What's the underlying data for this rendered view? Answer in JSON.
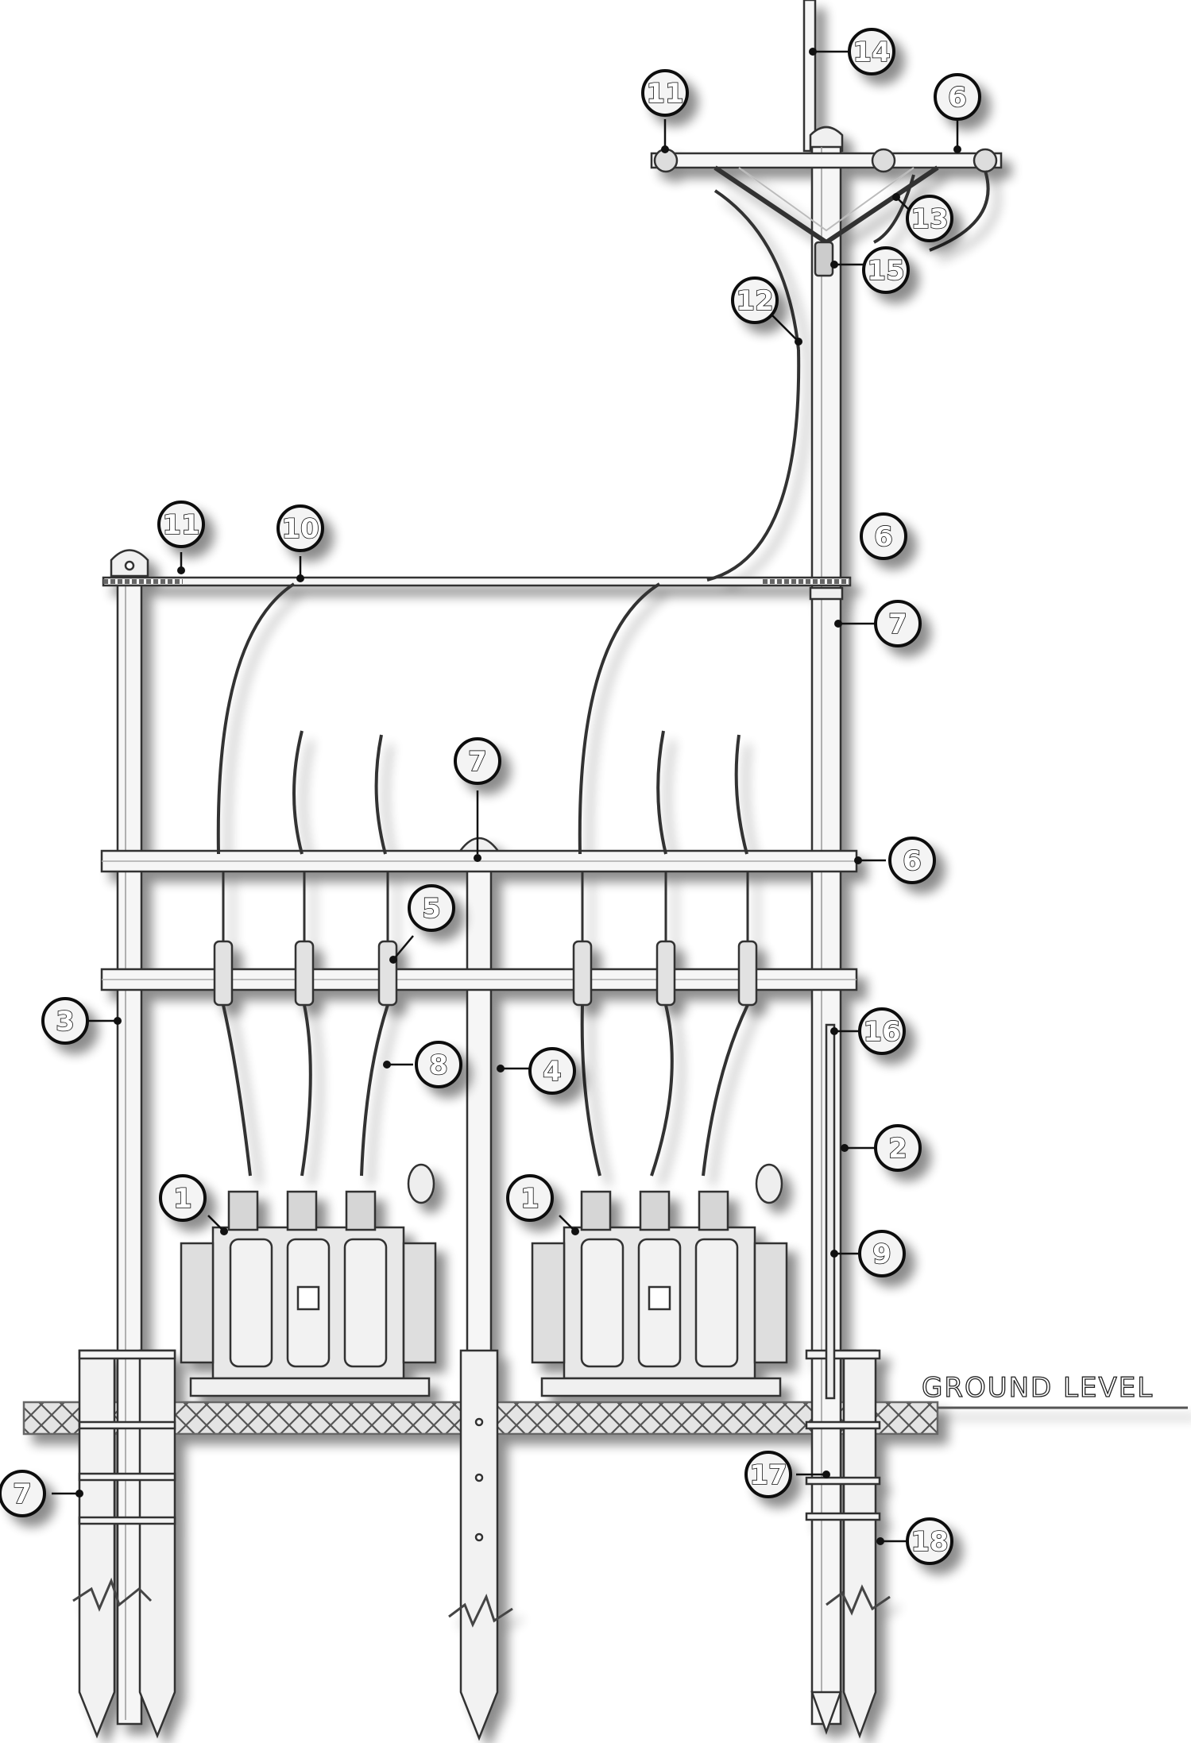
{
  "diagram": {
    "ground_label": "GROUND LEVEL",
    "callouts": [
      {
        "id": "c1a",
        "label": "1"
      },
      {
        "id": "c1b",
        "label": "1"
      },
      {
        "id": "c2",
        "label": "2"
      },
      {
        "id": "c3",
        "label": "3"
      },
      {
        "id": "c4",
        "label": "4"
      },
      {
        "id": "c5",
        "label": "5"
      },
      {
        "id": "c6a",
        "label": "6"
      },
      {
        "id": "c6b",
        "label": "6"
      },
      {
        "id": "c6c",
        "label": "6"
      },
      {
        "id": "c7a",
        "label": "7"
      },
      {
        "id": "c7b",
        "label": "7"
      },
      {
        "id": "c7c",
        "label": "7"
      },
      {
        "id": "c8",
        "label": "8"
      },
      {
        "id": "c9",
        "label": "9"
      },
      {
        "id": "c10",
        "label": "10"
      },
      {
        "id": "c11a",
        "label": "11"
      },
      {
        "id": "c11b",
        "label": "11"
      },
      {
        "id": "c12",
        "label": "12"
      },
      {
        "id": "c13",
        "label": "13"
      },
      {
        "id": "c14",
        "label": "14"
      },
      {
        "id": "c15",
        "label": "15"
      },
      {
        "id": "c16",
        "label": "16"
      },
      {
        "id": "c17",
        "label": "17"
      },
      {
        "id": "c18",
        "label": "18"
      }
    ]
  }
}
